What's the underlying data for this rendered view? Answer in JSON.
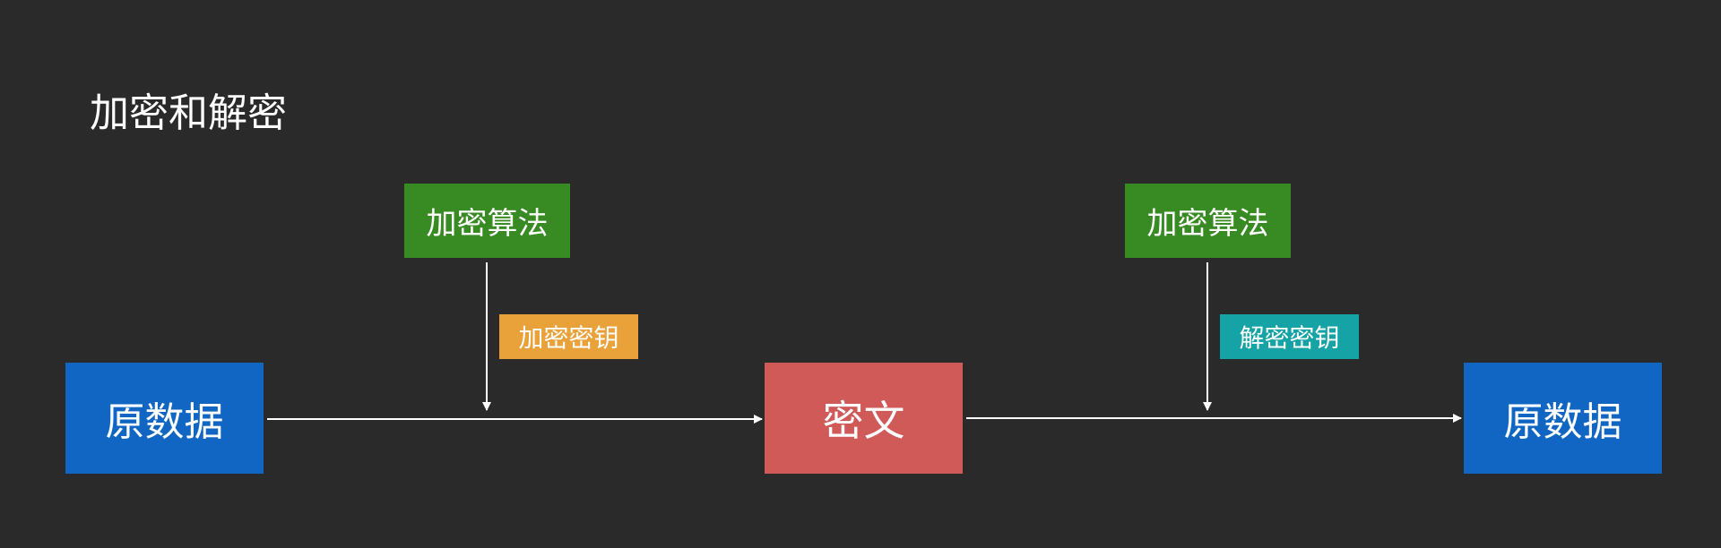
{
  "title": "加密和解密",
  "nodes": {
    "source_data": "原数据",
    "ciphertext": "密文",
    "result_data": "原数据",
    "encrypt_algorithm": "加密算法",
    "decrypt_algorithm": "加密算法",
    "encrypt_key": "加密密钥",
    "decrypt_key": "解密密钥"
  },
  "colors": {
    "background": "#2a2a2a",
    "data_box": "#1066c2",
    "cipher_box": "#d05a58",
    "algorithm_box": "#378b22",
    "encrypt_key_box": "#e8a239",
    "decrypt_key_box": "#16a3a6",
    "arrow": "#ffffff",
    "text": "#ffffff"
  }
}
